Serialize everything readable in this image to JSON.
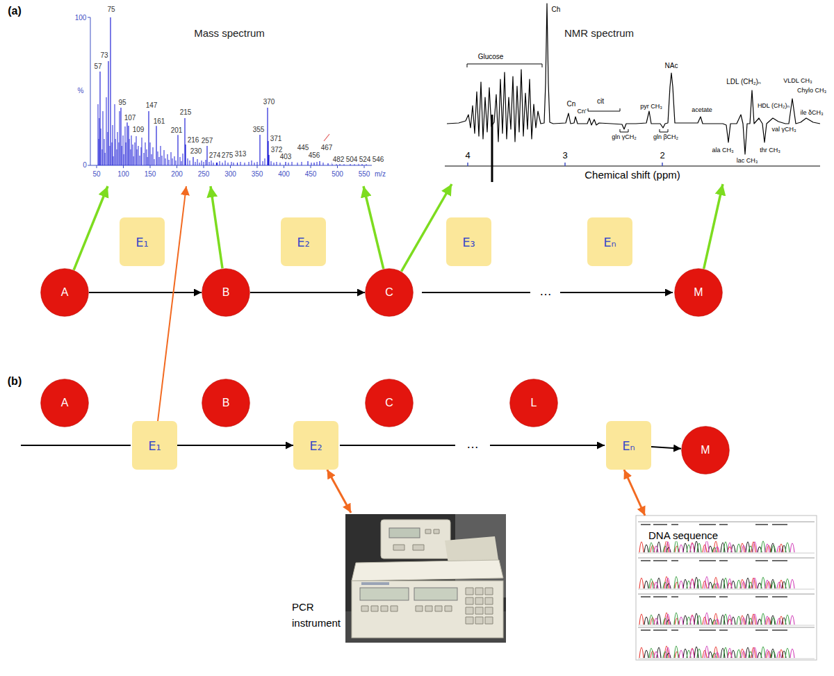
{
  "diagram": {
    "nodes": [
      {
        "text": [
          "Mass spectrum"
        ]
      },
      {
        "text": [
          "NMR spectrum"
        ]
      },
      {
        "text": [
          "E₁"
        ]
      },
      {
        "text": [
          "E₂"
        ]
      },
      {
        "text": [
          "E₃"
        ]
      },
      {
        "text": [
          "Eₙ"
        ]
      },
      {
        "text": [
          "A"
        ]
      },
      {
        "text": [
          "B"
        ]
      },
      {
        "text": [
          "C"
        ]
      },
      {
        "text": [
          "M"
        ]
      },
      {
        "text": [
          "A"
        ]
      },
      {
        "text": [
          "B"
        ]
      },
      {
        "text": [
          "C"
        ]
      },
      {
        "text": [
          "L"
        ]
      },
      {
        "text": [
          "E₁"
        ]
      },
      {
        "text": [
          "E₂"
        ]
      },
      {
        "text": [
          "Eₙ"
        ]
      },
      {
        "text": [
          "M"
        ]
      },
      {
        "text": [
          "PCR instrument"
        ]
      },
      {
        "text": [
          "DNA sequence"
        ]
      }
    ],
    "edges": [
      {
        "from": 6,
        "to": 7,
        "arrow": "to"
      },
      {
        "from": 7,
        "to": 8,
        "arrow": "to"
      },
      {
        "from": 6,
        "to": 0,
        "arrow": "to"
      },
      {
        "from": 7,
        "to": 0,
        "arrow": "to"
      },
      {
        "from": 8,
        "to": 0,
        "arrow": "to"
      },
      {
        "from": 8,
        "to": 1,
        "arrow": "to"
      },
      {
        "from": 9,
        "to": 1,
        "arrow": "to"
      },
      {
        "from": 14,
        "to": 0,
        "arrow": "to"
      },
      {
        "from": 14,
        "to": 15,
        "arrow": "to"
      },
      {
        "from": 16,
        "to": 17,
        "arrow": "to"
      },
      {
        "from": 15,
        "to": 18,
        "arrow": "both"
      },
      {
        "from": 16,
        "to": 19,
        "arrow": "both"
      }
    ],
    "labels": [
      "(a)",
      "100",
      "%",
      "0",
      "75",
      "73",
      "57",
      "95",
      "107",
      "109",
      "147",
      "161",
      "215",
      "216",
      "201",
      "230",
      "257",
      "274",
      "275",
      "313",
      "355",
      "370",
      "371",
      "372",
      "403",
      "445",
      "456",
      "467",
      "482",
      "504",
      "524",
      "546",
      "50",
      "100",
      "150",
      "200",
      "250",
      "300",
      "350",
      "400",
      "450",
      "500",
      "550",
      "m/z",
      "Glucose",
      "Ch",
      "Cn",
      "Cn'",
      "cit",
      "gln γCH₂",
      "gln βCH₂",
      "pyr CH₃",
      "NAc",
      "acetate",
      "LDL (CH₂)ₙ",
      "HDL (CH₂)ₙ",
      "VLDL CH₃",
      "Chylo CH₃",
      "ala CH₃",
      "thr CH₃",
      "lac CH₃",
      "ile δCH₃",
      "val γCH₃",
      "4",
      "3",
      "2",
      "Chemical shift (ppm)",
      "…",
      "(b)",
      "…"
    ]
  }
}
